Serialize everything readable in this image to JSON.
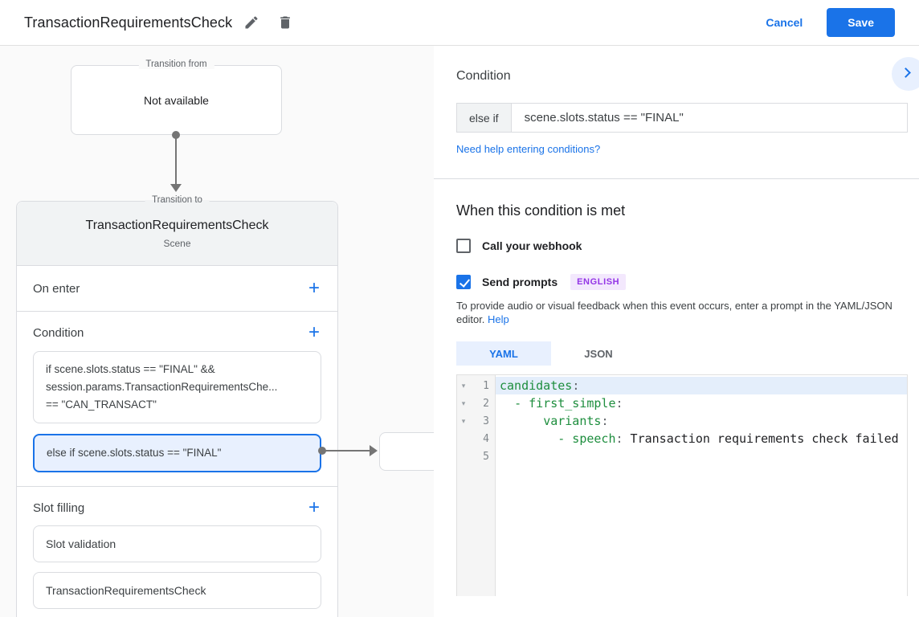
{
  "header": {
    "title": "TransactionRequirementsCheck",
    "cancel_label": "Cancel",
    "save_label": "Save"
  },
  "icons": {
    "plus": "+"
  },
  "canvas": {
    "transition_from": {
      "label": "Transition from",
      "content": "Not available"
    },
    "transition_to": {
      "label": "Transition to",
      "scene_name": "TransactionRequirementsCheck",
      "scene_type": "Scene"
    },
    "on_enter": {
      "label": "On enter"
    },
    "condition": {
      "label": "Condition",
      "boxes": [
        {
          "lines": [
            "if scene.slots.status == \"FINAL\" &&",
            "session.params.TransactionRequirementsChe...",
            "== \"CAN_TRANSACT\""
          ],
          "selected": false
        },
        {
          "text": "else if scene.slots.status == \"FINAL\"",
          "selected": true
        }
      ]
    },
    "slot_filling": {
      "label": "Slot filling",
      "items": [
        "Slot validation",
        "TransactionRequirementsCheck"
      ]
    }
  },
  "panel": {
    "title": "Condition",
    "condition_input": {
      "prefix": "else if",
      "value": "scene.slots.status == \"FINAL\""
    },
    "help_link": "Need help entering conditions?",
    "when_met_heading": "When this condition is met",
    "webhook": {
      "label": "Call your webhook",
      "checked": false
    },
    "prompts": {
      "label": "Send prompts",
      "checked": true,
      "badge": "ENGLISH"
    },
    "description": "To provide audio or visual feedback when this event occurs, enter a prompt in the YAML/JSON editor.",
    "description_link": "Help",
    "tabs": [
      {
        "label": "YAML",
        "active": true
      },
      {
        "label": "JSON",
        "active": false
      }
    ],
    "editor": {
      "lines": [
        {
          "n": 1,
          "fold": true,
          "active": true,
          "tokens": [
            {
              "c": "key",
              "t": "candidates"
            },
            {
              "c": "punc",
              "t": ":"
            }
          ]
        },
        {
          "n": 2,
          "fold": true,
          "tokens": [
            {
              "c": "plain",
              "t": "  "
            },
            {
              "c": "key",
              "t": "- first_simple"
            },
            {
              "c": "punc",
              "t": ":"
            }
          ]
        },
        {
          "n": 3,
          "fold": true,
          "tokens": [
            {
              "c": "plain",
              "t": "      "
            },
            {
              "c": "key",
              "t": "variants"
            },
            {
              "c": "punc",
              "t": ":"
            }
          ]
        },
        {
          "n": 4,
          "tokens": [
            {
              "c": "plain",
              "t": "        "
            },
            {
              "c": "key",
              "t": "- speech"
            },
            {
              "c": "punc",
              "t": ":"
            },
            {
              "c": "val",
              "t": " Transaction requirements check failed"
            }
          ]
        },
        {
          "n": 5,
          "tokens": []
        }
      ]
    }
  },
  "colors": {
    "accent_blue": "#1a73e8",
    "selection_blue": "#e8f0fe",
    "badge_purple_bg": "#f3e8fd",
    "badge_purple_text": "#9334e6",
    "yaml_key_green": "#1e8e3e",
    "canvas_bg": "#fafafa"
  }
}
